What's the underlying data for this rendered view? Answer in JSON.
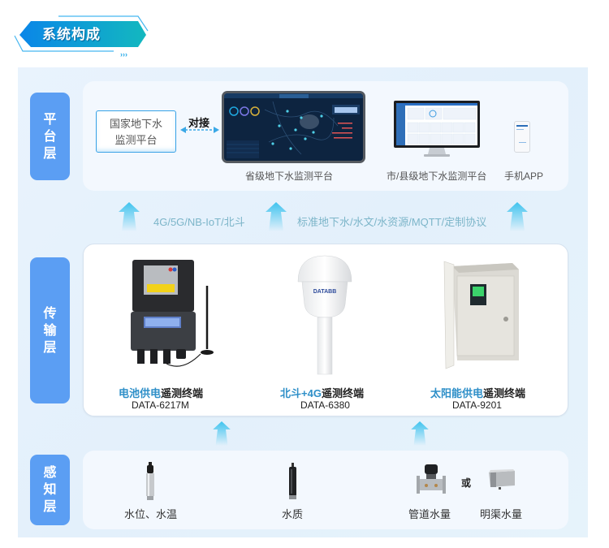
{
  "header": {
    "title": "系统构成",
    "chevrons": "›››"
  },
  "layers": {
    "platform": {
      "tag": [
        "平",
        "台",
        "层"
      ],
      "national_platform": [
        "国家地下水",
        "监测平台"
      ],
      "dock_label": "对接",
      "provincial_platform_label": "省级地下水监测平台",
      "city_platform_label": "市/县级地下水监测平台",
      "mobile_app_label": "手机APP"
    },
    "protocols": {
      "network": "4G/5G/NB-IoT/北斗",
      "standards": "标准地下水/水文/水资源/MQTT/定制协议"
    },
    "transport": {
      "tag": [
        "传",
        "输",
        "层"
      ],
      "devices": [
        {
          "highlight": "电池供电",
          "suffix": "遥测终端",
          "model": "DATA-6217M"
        },
        {
          "highlight": "北斗+4G",
          "suffix": "遥测终端",
          "model": "DATA-6380",
          "brand": "DATABB"
        },
        {
          "highlight": "太阳能供电",
          "suffix": "遥测终端",
          "model": "DATA-9201"
        }
      ]
    },
    "sensing": {
      "tag": [
        "感",
        "知",
        "层"
      ],
      "sensors": [
        {
          "label": "水位、水温"
        },
        {
          "label": "水质"
        },
        {
          "label": "管道水量"
        },
        {
          "label": "明渠水量"
        }
      ],
      "or_label": "或"
    }
  },
  "colors": {
    "layer_tag": "#5b9ef3",
    "highlight_text": "#2e8fc8",
    "protocol_text": "#7cb5c9",
    "panel_bg": "#e6f2fc",
    "arrow_top": "#3ec3ee"
  }
}
